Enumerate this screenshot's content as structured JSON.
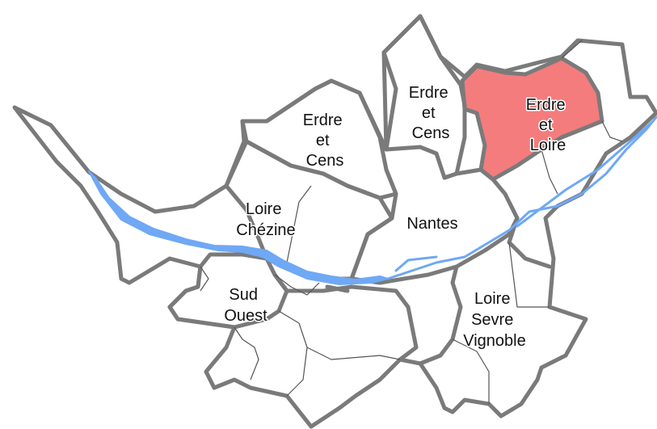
{
  "map": {
    "highlight_color": "#f47c7c",
    "river_color": "#6fa8f5",
    "border_color": "#7a7a7a",
    "zones": [
      {
        "id": "erdre-cens-west",
        "lines": [
          "Erdre",
          "et",
          "Cens"
        ]
      },
      {
        "id": "erdre-cens-north",
        "lines": [
          "Erdre",
          "et",
          "Cens"
        ]
      },
      {
        "id": "erdre-loire",
        "lines": [
          "Erdre",
          "et",
          "Loire"
        ],
        "highlighted": true
      },
      {
        "id": "loire-chezine",
        "lines": [
          "Loire",
          "Chézine"
        ]
      },
      {
        "id": "nantes",
        "lines": [
          "Nantes"
        ]
      },
      {
        "id": "sud-ouest",
        "lines": [
          "Sud",
          "Ouest"
        ]
      },
      {
        "id": "loire-sevre-vignoble",
        "lines": [
          "Loire",
          "Sevre",
          "Vignoble"
        ]
      }
    ]
  }
}
